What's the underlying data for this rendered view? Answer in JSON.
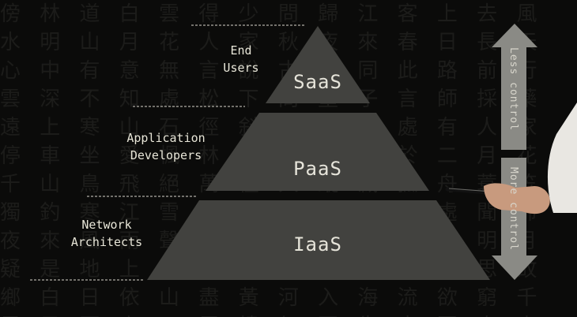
{
  "layers": [
    {
      "name": "SaaS",
      "audience": [
        "End",
        "Users"
      ]
    },
    {
      "name": "PaaS",
      "audience": [
        "Application",
        "Developers"
      ]
    },
    {
      "name": "IaaS",
      "audience": [
        "Network",
        "Architects"
      ]
    }
  ],
  "control_axis": {
    "top_label": "Less control",
    "bottom_label": "More control"
  },
  "colors": {
    "background": "#0b0b0a",
    "pyramid_fill": "#42423f",
    "arrow_fill": "#8a8a85",
    "text": "#e8e6d8"
  }
}
